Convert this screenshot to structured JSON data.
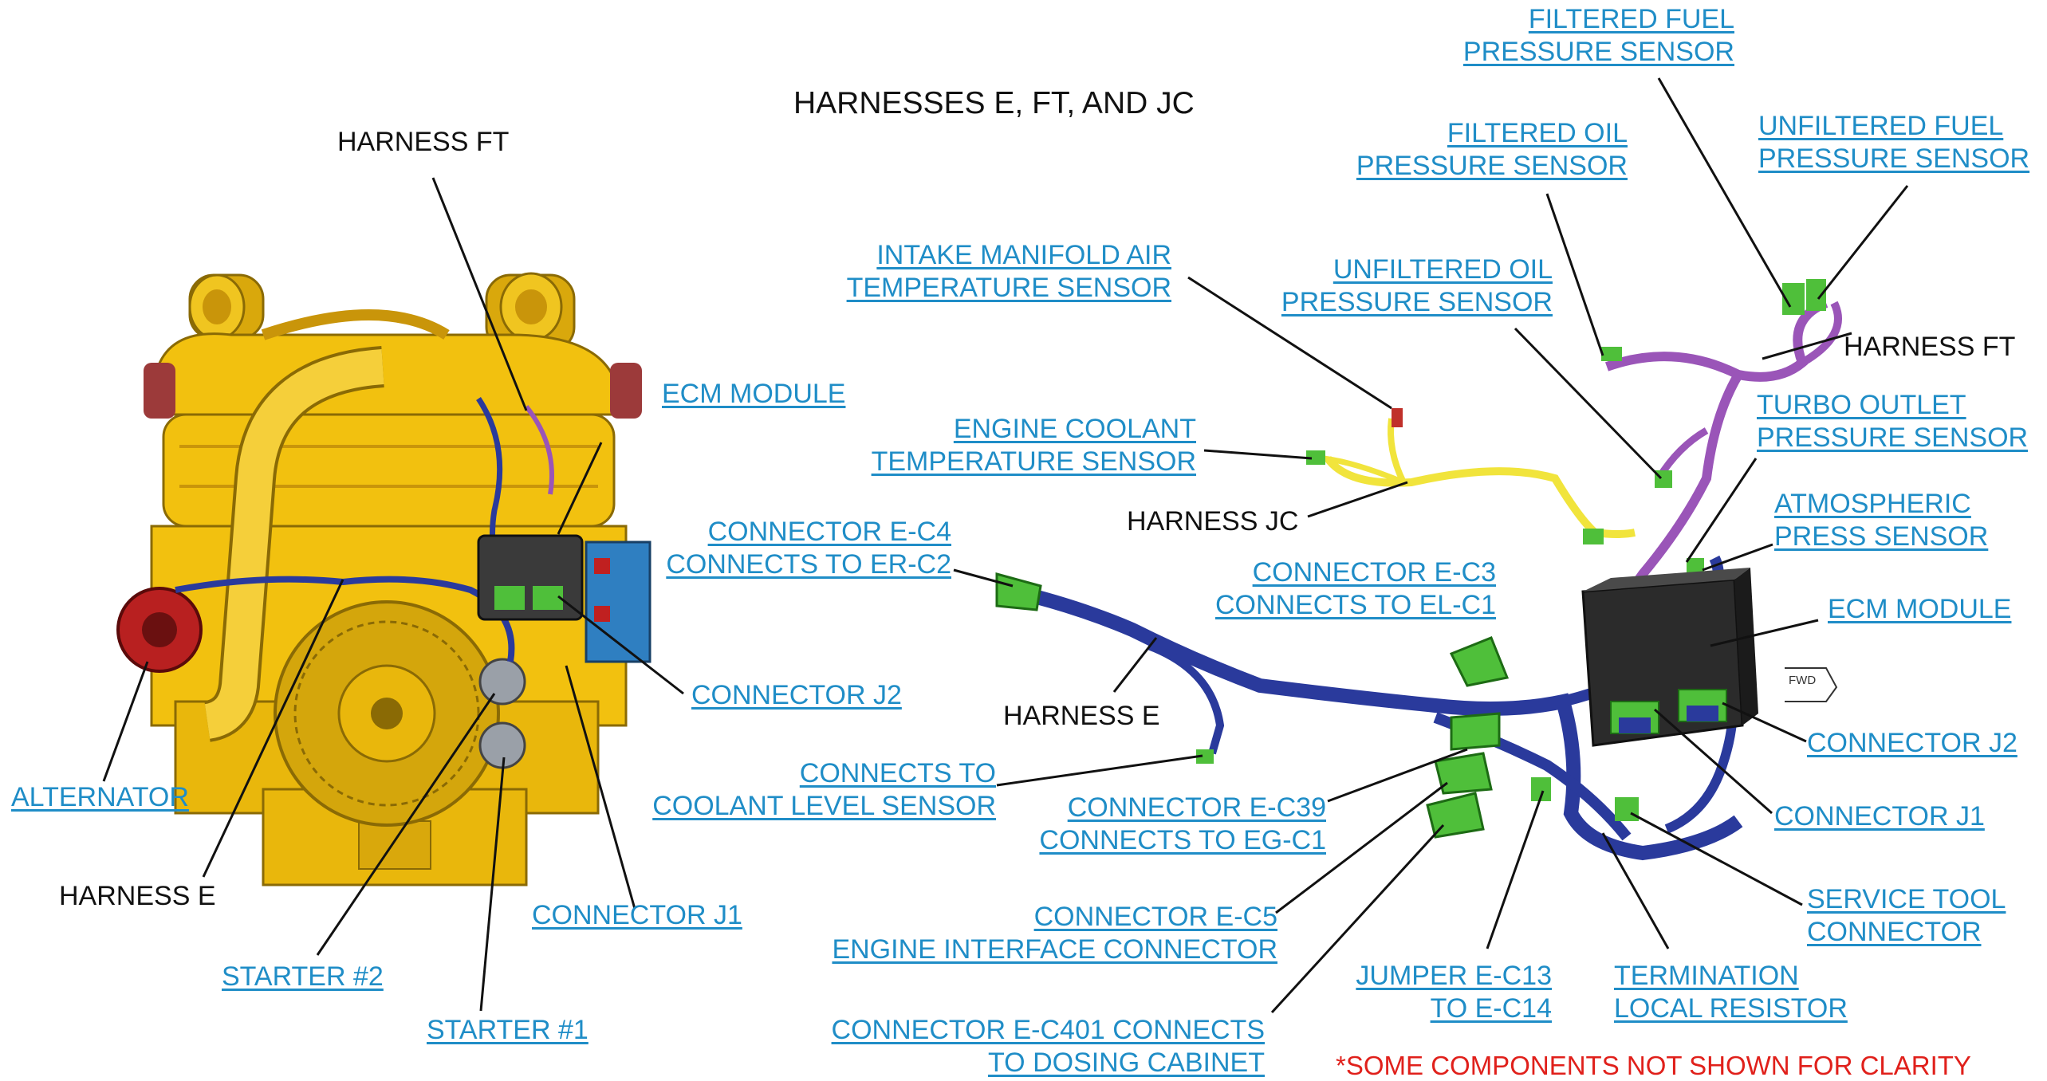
{
  "title": "HARNESSES E, FT, AND JC",
  "note": "*SOME COMPONENTS NOT SHOWN FOR CLARITY",
  "fwd": "FWD",
  "colors": {
    "link": "#1f8dc7",
    "engine_yellow": "#f2c10f",
    "harness_e": "#2a3a9c",
    "harness_ft": "#9a55b8",
    "harness_jc": "#f1e43c",
    "connector_green": "#4fbf3a",
    "ecm_black": "#2b2b2b",
    "note_red": "#e0201b"
  },
  "left": {
    "harness_ft": "HARNESS FT",
    "ecm_module": "ECM MODULE",
    "connector_j2": "CONNECTOR J2",
    "alternator": "ALTERNATOR",
    "harness_e": "HARNESS E",
    "connector_j1": "CONNECTOR J1",
    "starter2": "STARTER #2",
    "starter1": "STARTER #1"
  },
  "right": {
    "filtered_fuel": [
      "FILTERED FUEL",
      "PRESSURE SENSOR"
    ],
    "unfiltered_fuel": [
      "UNFILTERED FUEL",
      "PRESSURE SENSOR"
    ],
    "filtered_oil": [
      "FILTERED OIL",
      "PRESSURE SENSOR"
    ],
    "intake_air": [
      "INTAKE MANIFOLD AIR",
      "TEMPERATURE SENSOR"
    ],
    "unfiltered_oil": [
      "UNFILTERED OIL",
      "PRESSURE SENSOR"
    ],
    "harness_ft": "HARNESS FT",
    "coolant_temp": [
      "ENGINE COOLANT",
      "TEMPERATURE SENSOR"
    ],
    "turbo_outlet": [
      "TURBO OUTLET",
      "PRESSURE SENSOR"
    ],
    "harness_jc": "HARNESS JC",
    "atmospheric": [
      "ATMOSPHERIC",
      "PRESS SENSOR"
    ],
    "conn_ec4": [
      "CONNECTOR E-C4",
      "CONNECTS TO ER-C2"
    ],
    "conn_ec3": [
      "CONNECTOR E-C3",
      "CONNECTS TO EL-C1"
    ],
    "ecm_module": "ECM MODULE",
    "harness_e": "HARNESS E",
    "connector_j2": "CONNECTOR J2",
    "coolant_level": [
      "CONNECTS TO",
      "COOLANT LEVEL SENSOR"
    ],
    "conn_ec39": [
      "CONNECTOR E-C39",
      "CONNECTS TO EG-C1"
    ],
    "connector_j1": "CONNECTOR J1",
    "service_tool": [
      "SERVICE TOOL",
      "CONNECTOR"
    ],
    "conn_ec5": [
      "CONNECTOR E-C5",
      "ENGINE INTERFACE CONNECTOR"
    ],
    "jumper": [
      "JUMPER E-C13",
      "TO E-C14"
    ],
    "termination": [
      "TERMINATION",
      "LOCAL RESISTOR"
    ],
    "conn_ec401": [
      "CONNECTOR E-C401 CONNECTS",
      "TO DOSING CABINET"
    ]
  }
}
